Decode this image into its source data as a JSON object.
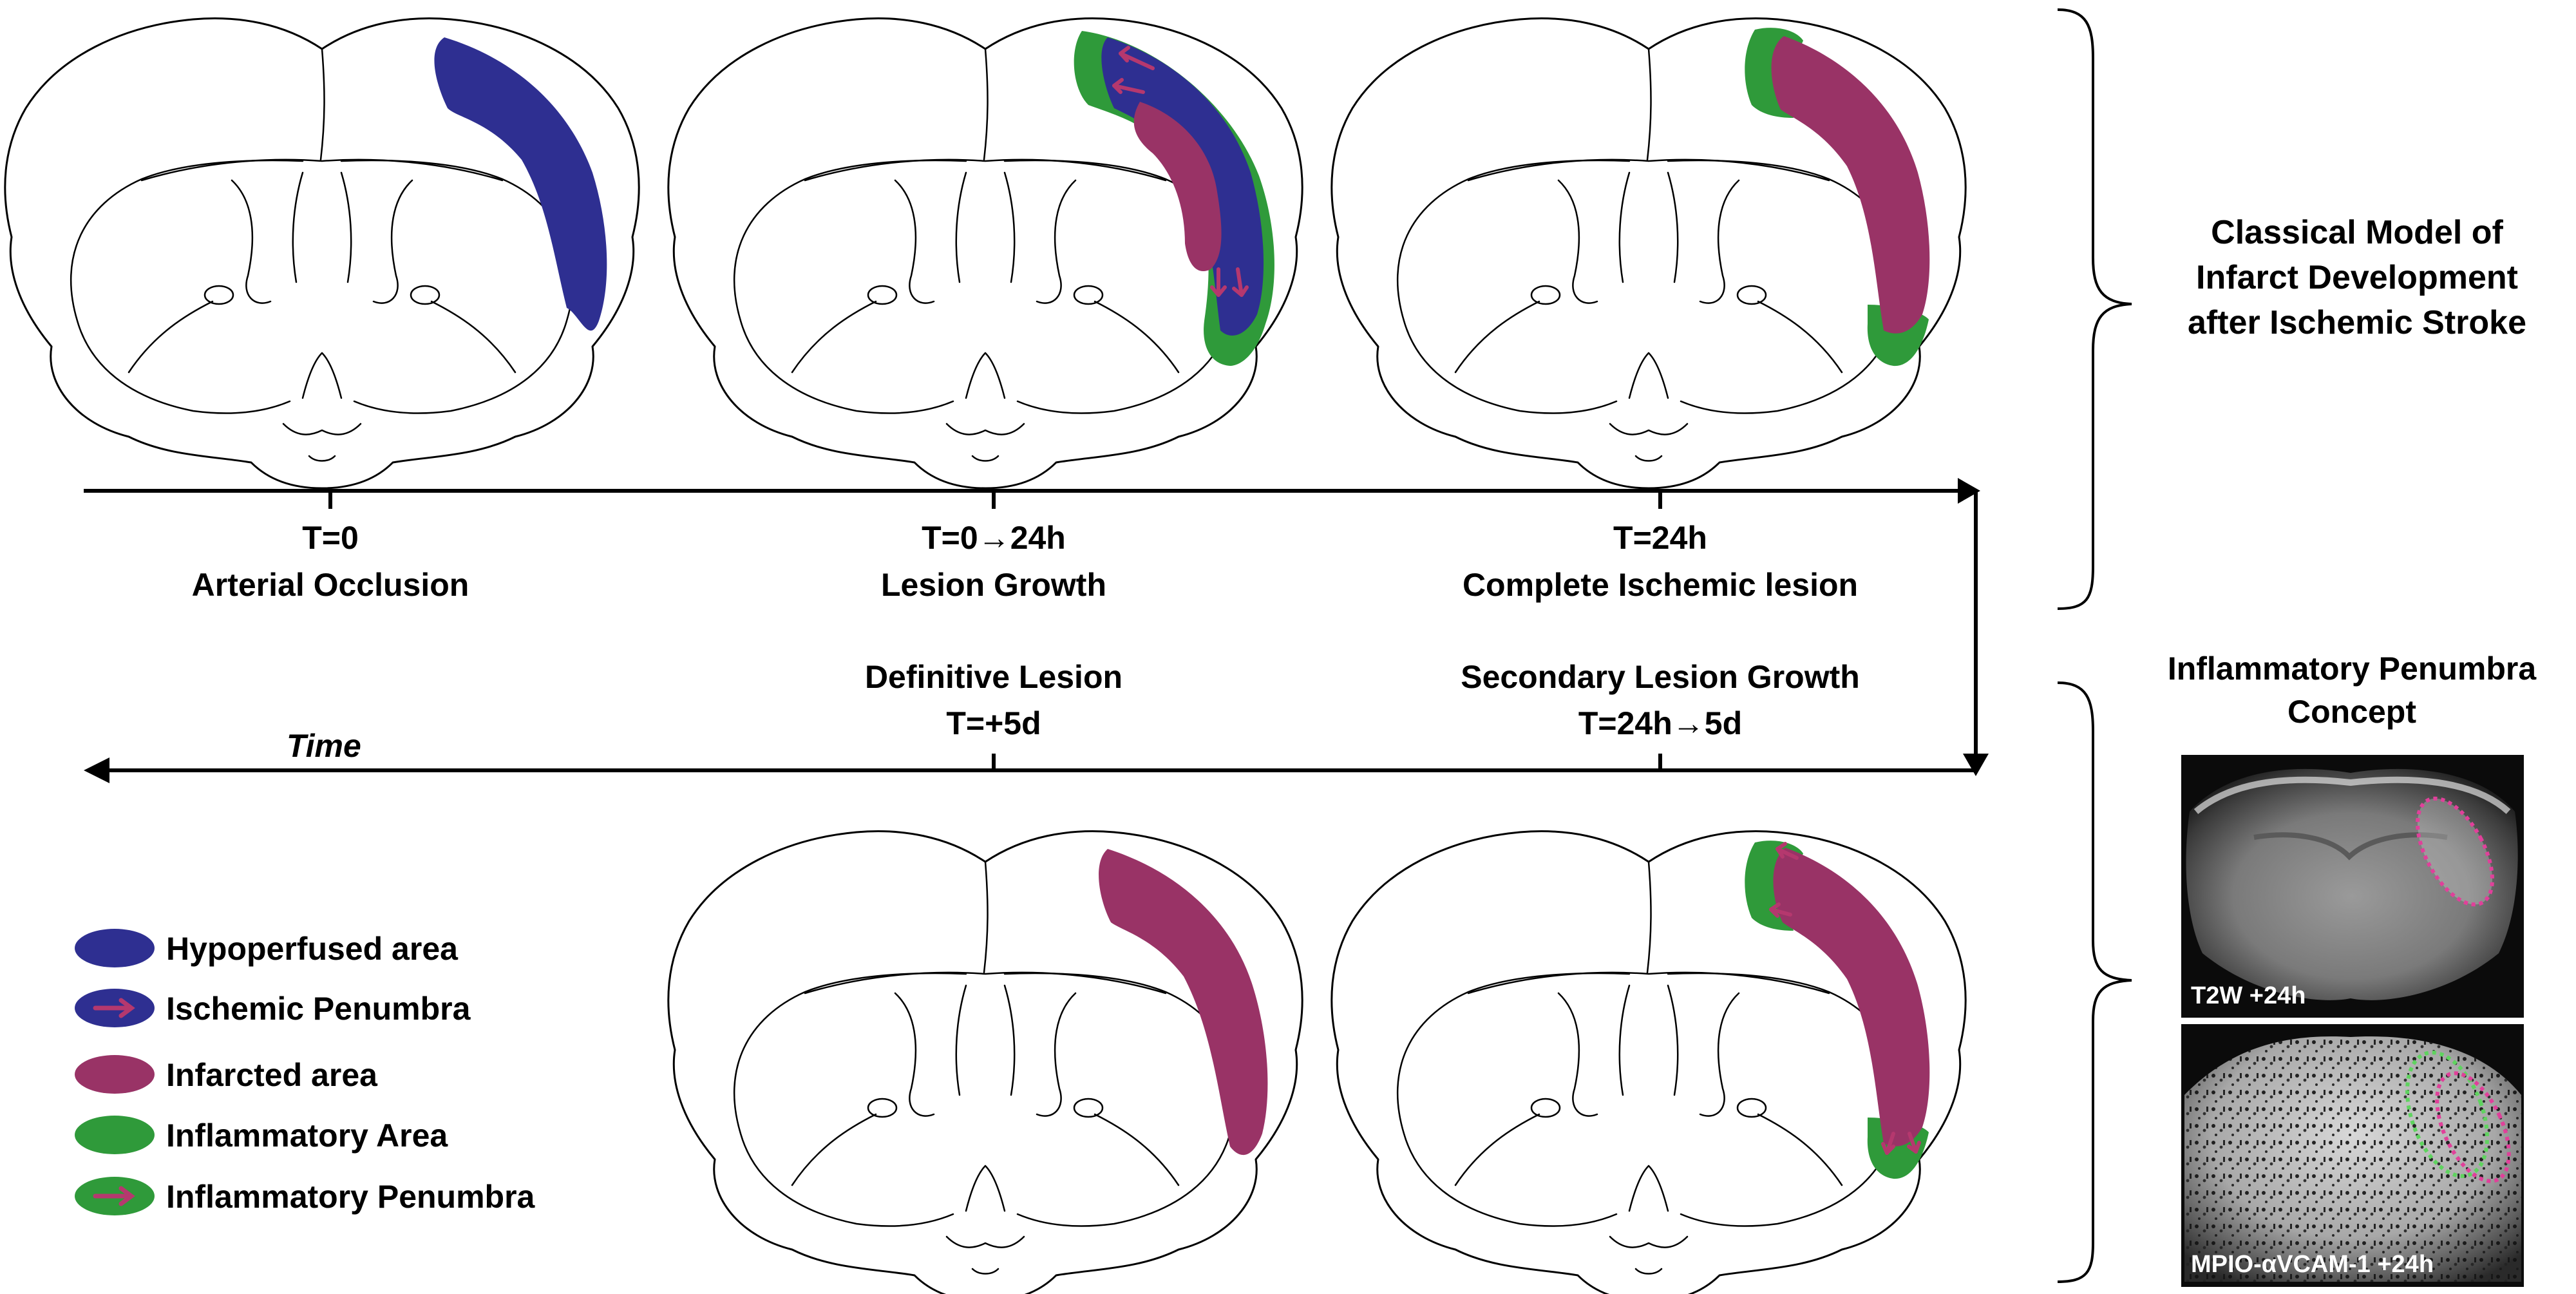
{
  "colors": {
    "hypoperfused": "#2e2f91",
    "infarcted": "#993366",
    "inflammatory": "#2f9a3a",
    "arrow": "#b5386e",
    "line": "#000000"
  },
  "timeline_top": [
    {
      "line1": "T=0",
      "line2": "Arterial Occlusion"
    },
    {
      "line1": "T=0→24h",
      "line2": "Lesion Growth"
    },
    {
      "line1": "T=24h",
      "line2": "Complete Ischemic lesion"
    }
  ],
  "timeline_bottom": [
    {
      "line1": "Definitive Lesion",
      "line2": "T=+5d"
    },
    {
      "line1": "Secondary Lesion Growth",
      "line2": "T=24h→5d"
    }
  ],
  "time_label": "Time",
  "classical_model": [
    "Classical Model of",
    "Infarct Development",
    "after Ischemic Stroke"
  ],
  "inflammatory_concept": [
    "Inflammatory Penumbra",
    "Concept"
  ],
  "mri": [
    {
      "label": "T2W +24h"
    },
    {
      "label": "MPIO-αVCAM-1 +24h"
    }
  ],
  "legend": [
    {
      "label": "Hypoperfused area",
      "color": "hypoperfused",
      "arrow": false
    },
    {
      "label": "Ischemic Penumbra",
      "color": "hypoperfused",
      "arrow": true
    },
    {
      "label": "Infarcted area",
      "color": "infarcted",
      "arrow": false
    },
    {
      "label": "Inflammatory Area",
      "color": "inflammatory",
      "arrow": false
    },
    {
      "label": "Inflammatory Penumbra",
      "color": "inflammatory",
      "arrow": true
    }
  ]
}
